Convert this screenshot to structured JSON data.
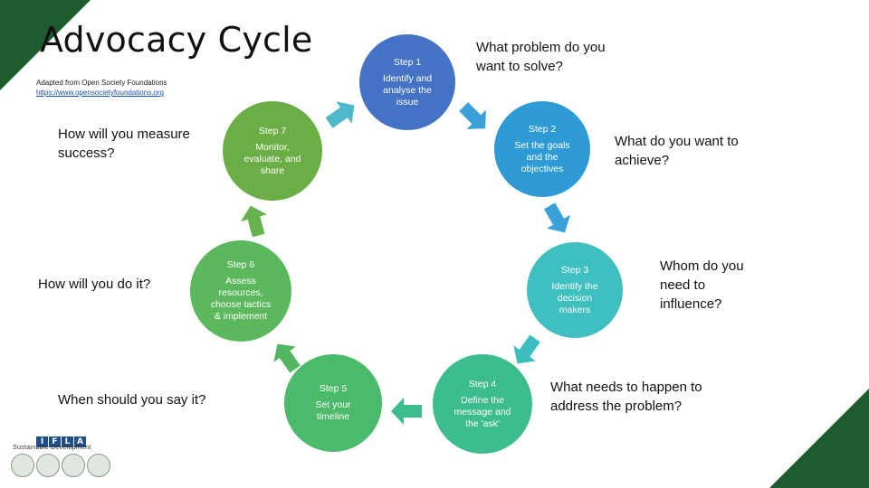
{
  "title": "Advocacy Cycle",
  "adapted": {
    "text": "Adapted from Open Society Foundations",
    "url": "https://www.opensocietyfoundations.org"
  },
  "steps": [
    {
      "label": "Step 1",
      "desc": "Identify and analyse the issue",
      "color": "#4472c4"
    },
    {
      "label": "Step 2",
      "desc": "Set the goals and the objectives",
      "color": "#2e9bd6"
    },
    {
      "label": "Step 3",
      "desc": "Identify the decision makers",
      "color": "#3fbfbf"
    },
    {
      "label": "Step 4",
      "desc": "Define the message and the 'ask'",
      "color": "#3dbd8d"
    },
    {
      "label": "Step 5",
      "desc": "Set your timeline",
      "color": "#4cba6b"
    },
    {
      "label": "Step 6",
      "desc": "Assess resources, choose tactics & implement",
      "color": "#5cb85c"
    },
    {
      "label": "Step 7",
      "desc": "Monitor, evaluate, and share",
      "color": "#6aae45"
    }
  ],
  "questions": {
    "q1": "What problem do you want to solve?",
    "q2": "What do you want to achieve?",
    "q3": "Whom do you need to influence?",
    "q4": "What needs to happen to address the problem?",
    "q5": "When should you say it?",
    "q6": "How will you do it?",
    "q7": "How will you measure success?"
  },
  "logo": {
    "letters": [
      "I",
      "F",
      "L",
      "A"
    ],
    "caption": "Sustainable Development"
  },
  "colors": {
    "corner_green": "#1e5b2e",
    "arrow_1": "#4fb8c9",
    "arrow_2": "#3aa0d8",
    "arrow_3": "#4472c4",
    "arrow_4": "#3cbfbf",
    "arrow_5": "#3cbd8e",
    "arrow_6": "#52b560",
    "arrow_7": "#66b34d"
  }
}
